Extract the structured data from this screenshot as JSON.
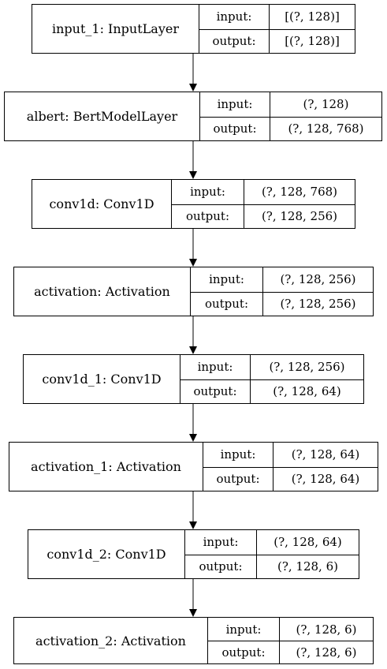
{
  "labels": {
    "input": "input:",
    "output": "output:"
  },
  "layers": [
    {
      "name": "input_1: InputLayer",
      "input": "[(?, 128)]",
      "output": "[(?, 128)]"
    },
    {
      "name": "albert: BertModelLayer",
      "input": "(?, 128)",
      "output": "(?, 128, 768)"
    },
    {
      "name": "conv1d: Conv1D",
      "input": "(?, 128, 768)",
      "output": "(?, 128, 256)"
    },
    {
      "name": "activation: Activation",
      "input": "(?, 128, 256)",
      "output": "(?, 128, 256)"
    },
    {
      "name": "conv1d_1: Conv1D",
      "input": "(?, 128, 256)",
      "output": "(?, 128, 64)"
    },
    {
      "name": "activation_1: Activation",
      "input": "(?, 128, 64)",
      "output": "(?, 128, 64)"
    },
    {
      "name": "conv1d_2: Conv1D",
      "input": "(?, 128, 64)",
      "output": "(?, 128, 6)"
    },
    {
      "name": "activation_2: Activation",
      "input": "(?, 128, 6)",
      "output": "(?, 128, 6)"
    }
  ]
}
